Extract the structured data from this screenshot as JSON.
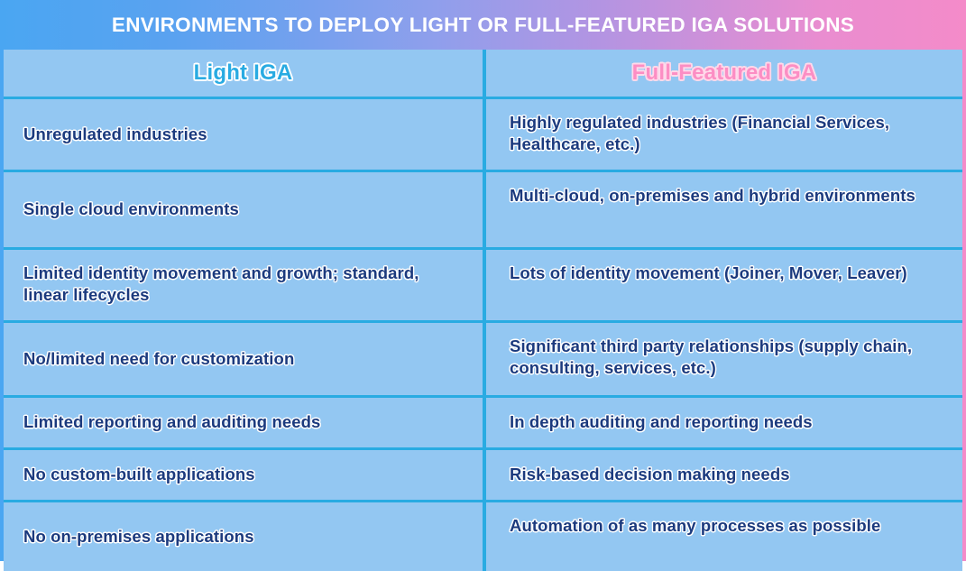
{
  "title": "ENVIRONMENTS TO DEPLOY LIGHT OR FULL-FEATURED IGA SOLUTIONS",
  "colors": {
    "banner_gradient_start": "#4aa6f2",
    "banner_gradient_mid": "#a49be8",
    "banner_gradient_end": "#f48bc9",
    "cell_background": "#93c7f2",
    "grid_line": "#29abe2",
    "body_text": "#1b3a7e",
    "light_iga_accent": "#29abe2",
    "full_featured_iga_accent": "#fc8ec4"
  },
  "table": {
    "headers": {
      "left": "Light IGA",
      "right": "Full-Featured IGA"
    },
    "rows": [
      {
        "left": "Unregulated industries",
        "right": "Highly regulated industries (Financial Services, Healthcare, etc.)"
      },
      {
        "left": "Single cloud environments",
        "right": "Multi-cloud, on-premises and hybrid environments"
      },
      {
        "left": "Limited identity movement and growth; standard, linear lifecycles",
        "right": "Lots of identity movement (Joiner, Mover, Leaver)"
      },
      {
        "left": "No/limited need for customization",
        "right": "Significant third party relationships (supply chain, consulting, services, etc.)"
      },
      {
        "left": "Limited reporting and auditing needs",
        "right": "In depth auditing and reporting needs"
      },
      {
        "left": "No custom-built applications",
        "right": "Risk-based decision making needs"
      },
      {
        "left": "No on-premises applications",
        "right": "Automation of as many processes as possible"
      }
    ]
  }
}
